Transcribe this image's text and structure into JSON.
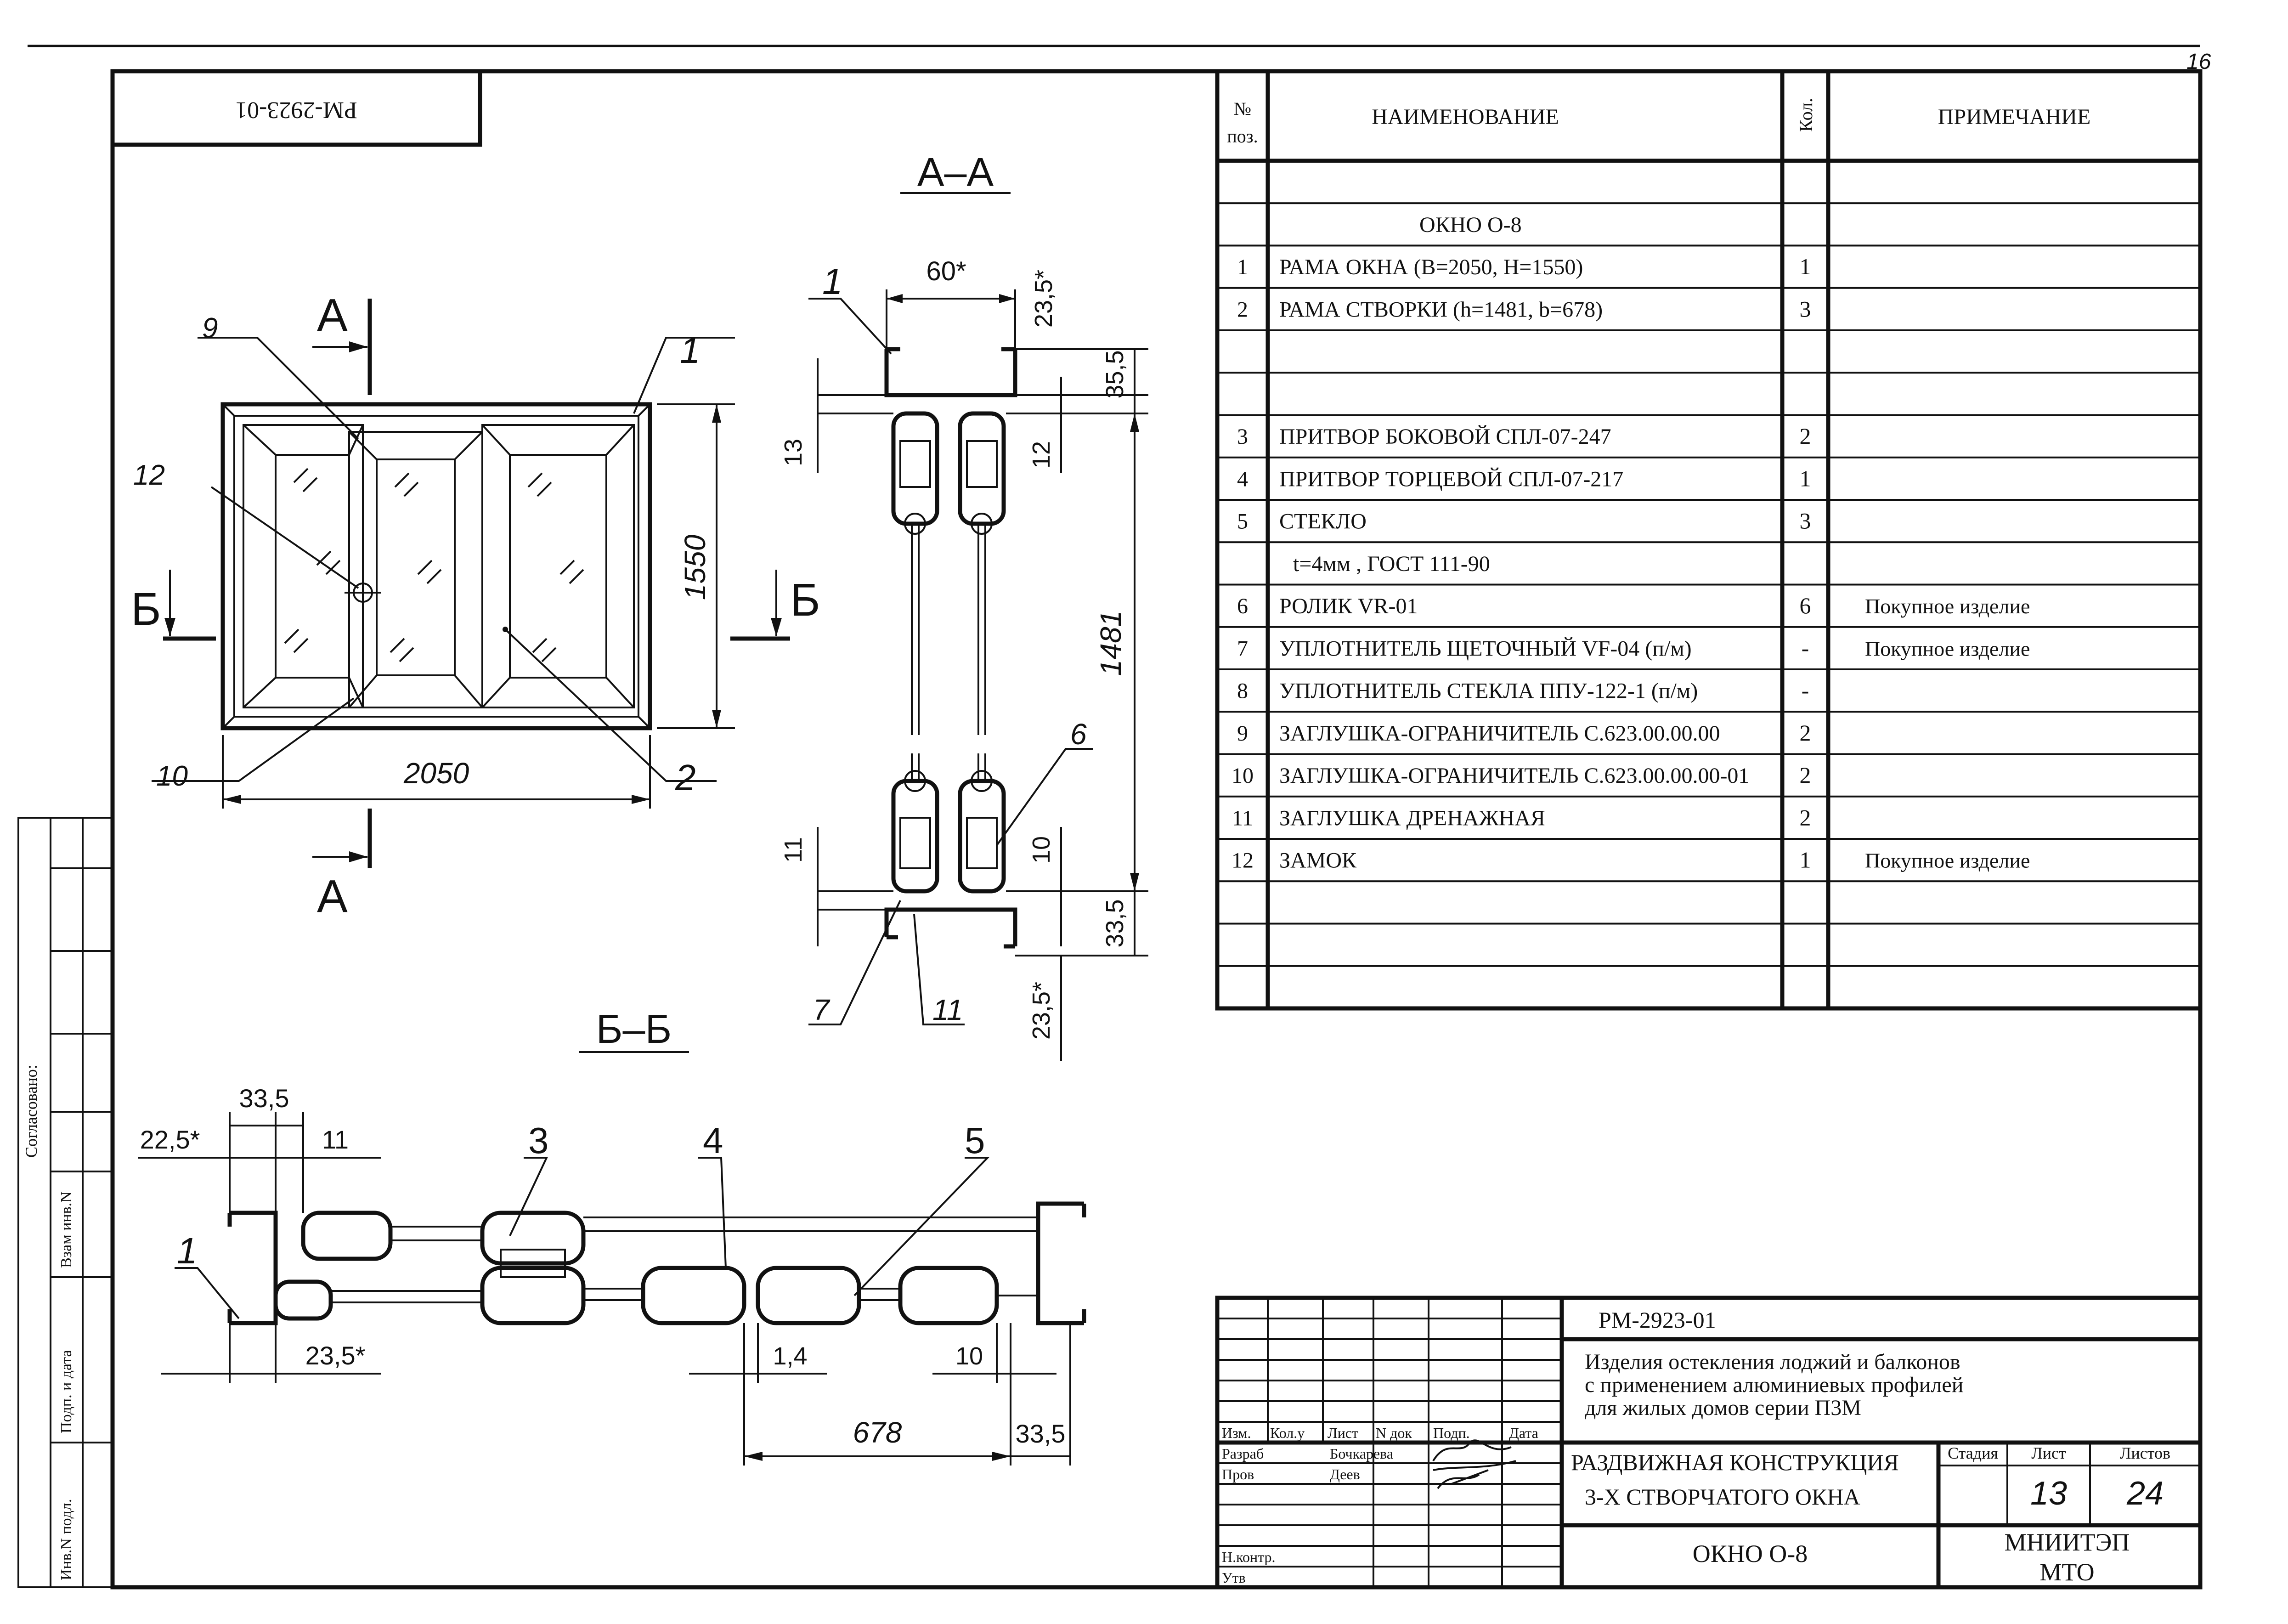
{
  "sheet_corner_number": "16",
  "rotated_code": "РМ-2923-01",
  "approval_strip": {
    "agreed": "Согласовано:",
    "replace_inv": "Взам инв.N",
    "sign_date": "Подп. и дата",
    "inv_original": "Инв.N подл."
  },
  "views": {
    "section_aa": "А–А",
    "section_bb": "Б–Б",
    "cut_a": "А",
    "cut_b": "Б"
  },
  "elevation": {
    "width": "2050",
    "height": "1550",
    "callouts": [
      "9",
      "1",
      "12",
      "10",
      "2"
    ]
  },
  "section_aa_dims": {
    "top_width": "60*",
    "top_offset": "23,5*",
    "d1": "35,5",
    "d2": "13",
    "d3": "12",
    "sash": "1481",
    "d4": "11",
    "d5": "10",
    "d6": "33,5",
    "d7": "23,5*",
    "callouts": [
      "1",
      "6",
      "7",
      "11"
    ]
  },
  "section_bb_dims": {
    "d1": "33,5",
    "d2": "22,5*",
    "d3": "11",
    "d4": "23,5*",
    "d5": "1,4",
    "d6": "10",
    "d7": "678",
    "d8": "33,5",
    "callouts": [
      "3",
      "4",
      "5",
      "1"
    ]
  },
  "spec": {
    "headers": {
      "pos": "№",
      "pos2": "поз.",
      "name": "НАИМЕНОВАНИЕ",
      "qty": "Кол.",
      "note": "ПРИМЕЧАНИЕ"
    },
    "rows": [
      {
        "pos": "",
        "name": "",
        "qty": "",
        "note": ""
      },
      {
        "pos": "",
        "name": "ОКНО  О-8",
        "qty": "",
        "note": ""
      },
      {
        "pos": "1",
        "name": "РАМА ОКНА  (В=2050,  Н=1550)",
        "qty": "1",
        "note": ""
      },
      {
        "pos": "2",
        "name": "РАМА СТВОРКИ  (h=1481, b=678)",
        "qty": "3",
        "note": ""
      },
      {
        "pos": "",
        "name": "",
        "qty": "",
        "note": ""
      },
      {
        "pos": "",
        "name": "",
        "qty": "",
        "note": ""
      },
      {
        "pos": "3",
        "name": "ПРИТВОР БОКОВОЙ  СПЛ-07-247",
        "qty": "2",
        "note": ""
      },
      {
        "pos": "4",
        "name": "ПРИТВОР ТОРЦЕВОЙ  СПЛ-07-217",
        "qty": "1",
        "note": ""
      },
      {
        "pos": "5",
        "name": "СТЕКЛО",
        "qty": "3",
        "note": ""
      },
      {
        "pos": "",
        "name": "t=4мм , ГОСТ 111-90",
        "qty": "",
        "note": ""
      },
      {
        "pos": "6",
        "name": "РОЛИК VR-01",
        "qty": "6",
        "note": "Покупное  изделие"
      },
      {
        "pos": "7",
        "name": "УПЛОТНИТЕЛЬ ЩЕТОЧНЫЙ  VF-04 (п/м)",
        "qty": "-",
        "note": "Покупное  изделие"
      },
      {
        "pos": "8",
        "name": "УПЛОТНИТЕЛЬ СТЕКЛА  ППУ-122-1 (п/м)",
        "qty": "-",
        "note": ""
      },
      {
        "pos": "9",
        "name": "ЗАГЛУШКА-ОГРАНИЧИТЕЛЬ С.623.00.00.00",
        "qty": "2",
        "note": ""
      },
      {
        "pos": "10",
        "name": "ЗАГЛУШКА-ОГРАНИЧИТЕЛЬ С.623.00.00.00-01",
        "qty": "2",
        "note": ""
      },
      {
        "pos": "11",
        "name": "ЗАГЛУШКА  ДРЕНАЖНАЯ",
        "qty": "2",
        "note": ""
      },
      {
        "pos": "12",
        "name": "ЗАМОК",
        "qty": "1",
        "note": "Покупное  изделие"
      },
      {
        "pos": "",
        "name": "",
        "qty": "",
        "note": ""
      },
      {
        "pos": "",
        "name": "",
        "qty": "",
        "note": ""
      },
      {
        "pos": "",
        "name": "",
        "qty": "",
        "note": ""
      }
    ]
  },
  "title_block": {
    "code": "РМ-2923-01",
    "project_line1": "Изделия остекления лоджий и балконов",
    "project_line2": "с применением алюминиевых профилей",
    "project_line3": "для жилых домов серии П3М",
    "col_izm": "Изм.",
    "col_kolu": "Кол.у",
    "col_list": "Лист",
    "col_ndok": "N док",
    "col_podp": "Подп.",
    "col_data": "Дата",
    "role_razrab": "Разраб",
    "role_prov": "Пров",
    "role_nkontr": "Н.контр.",
    "role_utv": "Утв",
    "name_razrab": "Бочкарева",
    "name_prov": "Деев",
    "title_line1": "РАЗДВИЖНАЯ КОНСТРУКЦИЯ",
    "title_line2": "3-Х  СТВОРЧАТОГО ОКНА",
    "stage_label": "Стадия",
    "sheet_label": "Лист",
    "sheets_label": "Листов",
    "sheet_no": "13",
    "sheets_total": "24",
    "drawing_name": "ОКНО  О-8",
    "org_line1": "МНИИТЭП",
    "org_line2": "МТО"
  }
}
